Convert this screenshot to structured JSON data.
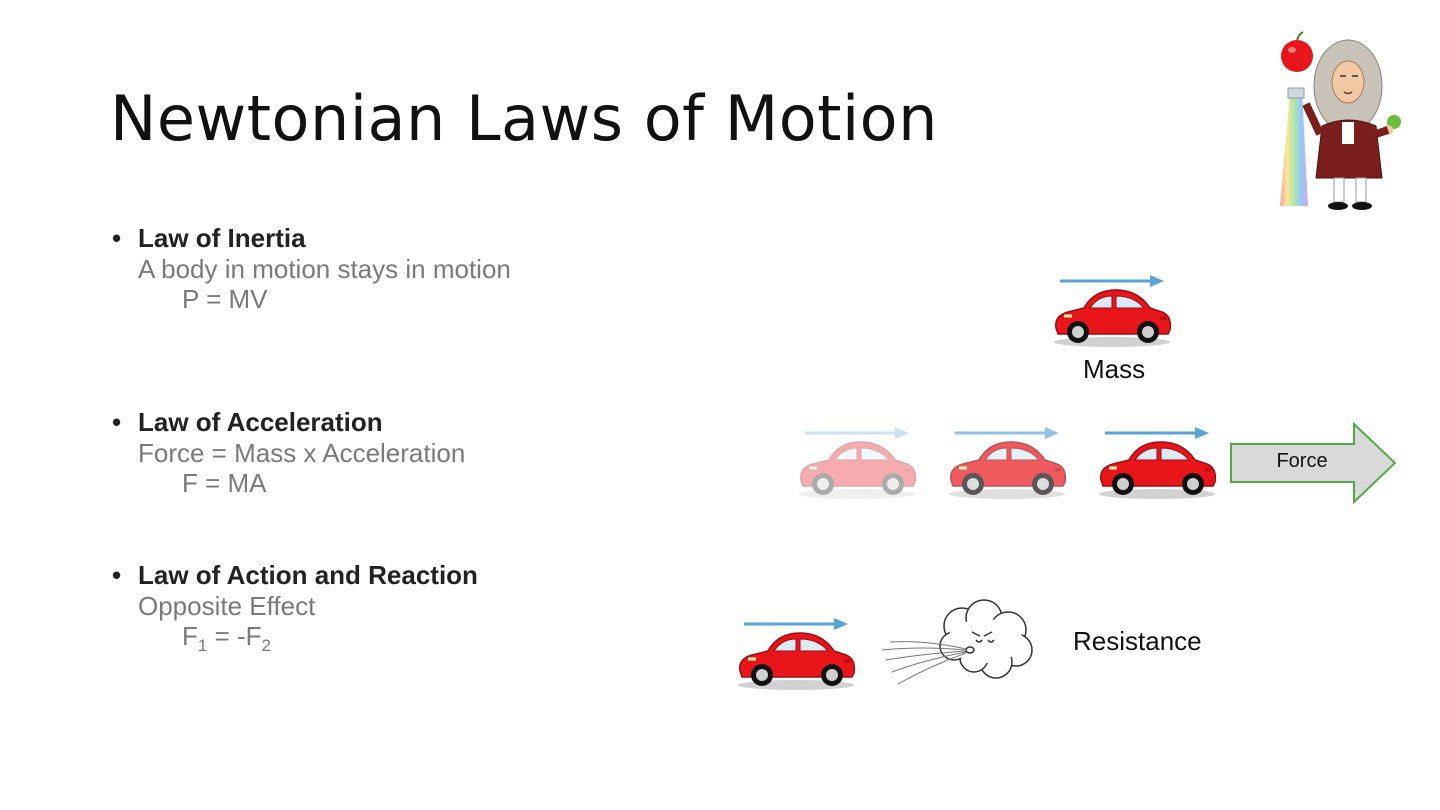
{
  "slide": {
    "title": "Newtonian Laws of Motion"
  },
  "laws": [
    {
      "bullet": "•",
      "name": "Law of Inertia",
      "description": "A body in motion stays in motion",
      "equation": "P = MV"
    },
    {
      "bullet": "•",
      "name": "Law of Acceleration",
      "description": "Force = Mass x Acceleration",
      "equation": "F = MA"
    },
    {
      "bullet": "•",
      "name": "Law of Action and Reaction",
      "description": "Opposite Effect",
      "equation_parts": {
        "lhs": "F",
        "lhs_sub": "1",
        "mid": " = -F",
        "rhs_sub": "2"
      }
    }
  ],
  "illustrations": {
    "mass_label": "Mass",
    "force_label": "Force",
    "resistance_label": "Resistance"
  },
  "colors": {
    "car_red": "#e8151b",
    "motion_arrow": "#5aa3d9",
    "force_arrow_fill": "#d9d9d9",
    "force_arrow_stroke": "#55a84a"
  },
  "icons": [
    "car-icon",
    "motion-arrow-icon",
    "force-arrow-icon",
    "wind-cloud-icon",
    "newton-figure-icon",
    "apple-icon"
  ]
}
